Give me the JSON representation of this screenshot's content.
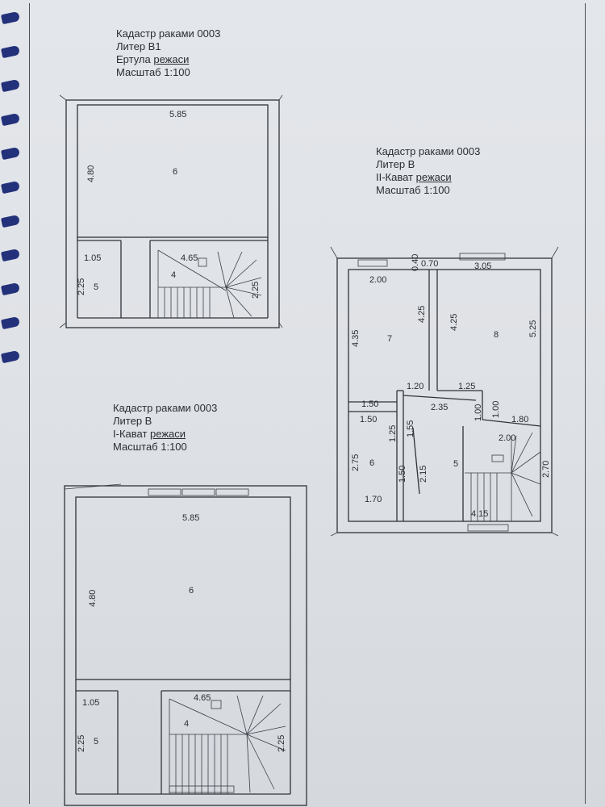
{
  "captions": {
    "basement": {
      "cadastre": "Кадастр раками 0003",
      "liter": "Литер В1",
      "plan_prefix": "Ертула ",
      "plan_suffix": "режаси",
      "scale": "Масштаб 1:100"
    },
    "second_floor": {
      "cadastre": "Кадастр раками 0003",
      "liter": "Литер В",
      "plan_prefix": "II-Кават ",
      "plan_suffix": "режаси",
      "scale": "Масштаб 1:100"
    },
    "first_floor": {
      "cadastre": "Кадастр раками 0003",
      "liter": "Литер В",
      "plan_prefix": "I-Кават ",
      "plan_suffix": "режаси",
      "scale": "Масштаб 1:100"
    }
  },
  "basement_plan": {
    "width": "5.85",
    "height": "4.80",
    "room_main": "6",
    "small_width": "1.05",
    "small_height": "2.25",
    "room_small": "5",
    "stair_width": "4.65",
    "stair_height": "2.25",
    "room_stair": "4"
  },
  "second_plan": {
    "dim_200": "2.00",
    "dim_040": "0.40",
    "dim_070": "0.70",
    "dim_305": "3.05",
    "dim_435": "4.35",
    "dim_425a": "4.25",
    "dim_425b": "4.25",
    "dim_525": "5.25",
    "room_7": "7",
    "room_8": "8",
    "dim_120": "1.20",
    "dim_125a": "1.25",
    "dim_150a": "1.50",
    "dim_235": "2.35",
    "dim_100a": "1.00",
    "dim_100b": "1.00",
    "dim_180": "1.80",
    "dim_150b": "1.50",
    "dim_125b": "1.25",
    "dim_155": "1.55",
    "dim_200b": "2.00",
    "dim_275": "2.75",
    "room_6": "6",
    "dim_150c": "1.50",
    "dim_215": "2.15",
    "room_5": "5",
    "dim_270": "2.70",
    "dim_170": "1.70",
    "dim_415": "4.15"
  },
  "first_plan": {
    "width": "5.85",
    "height": "4.80",
    "room_main": "6",
    "small_width": "1.05",
    "small_height": "2.25",
    "room_small": "5",
    "stair_width": "4.65",
    "stair_height": "2.25",
    "room_stair": "4"
  }
}
